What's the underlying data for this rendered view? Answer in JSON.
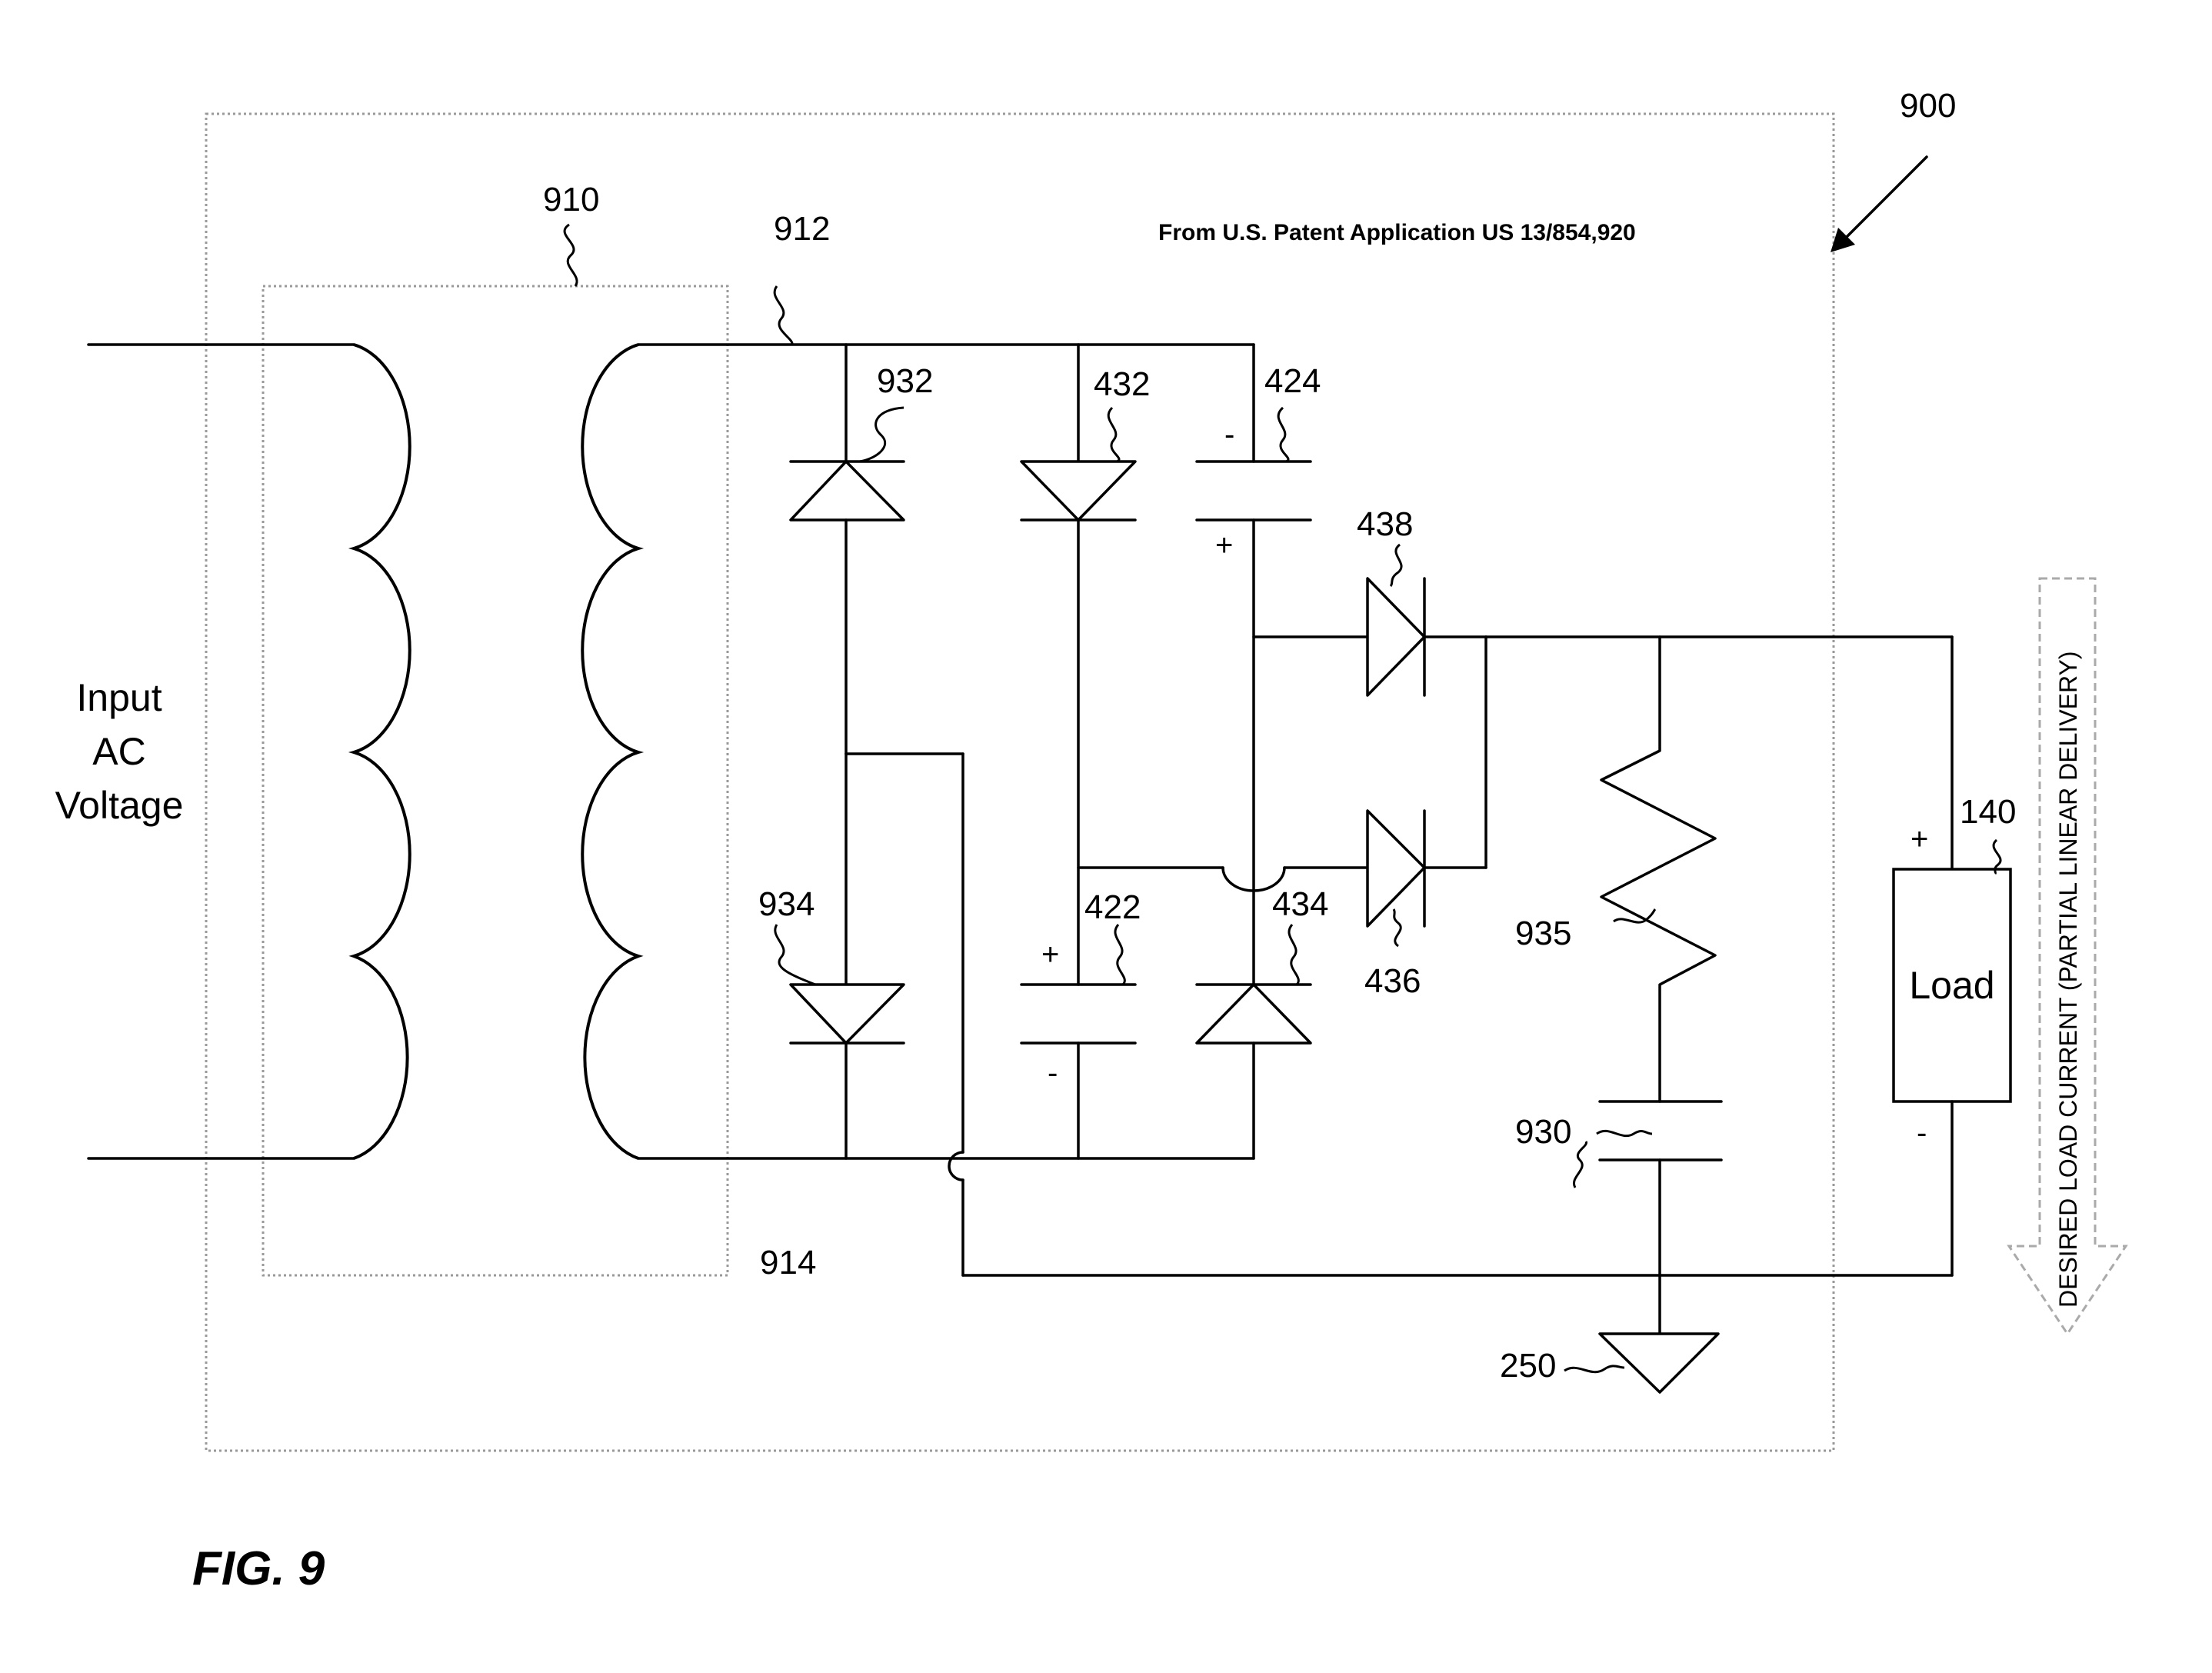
{
  "figure_label": "FIG.  9",
  "source_note": "From U.S. Patent Application US 13/854,920",
  "input_label": [
    "Input",
    "AC",
    "Voltage"
  ],
  "load_label": "Load",
  "current_arrow_label": "DESIRED LOAD CURRENT (PARTIAL LINEAR DELIVERY)",
  "refs": {
    "r900": "900",
    "r910": "910",
    "r912": "912",
    "r914": "914",
    "r932": "932",
    "r934": "934",
    "r432": "432",
    "r422": "422",
    "r424": "424",
    "r434": "434",
    "r438": "438",
    "r436": "436",
    "r935": "935",
    "r930": "930",
    "r140": "140",
    "r250": "250"
  },
  "polarity": {
    "plus": "+",
    "minus": "-"
  }
}
